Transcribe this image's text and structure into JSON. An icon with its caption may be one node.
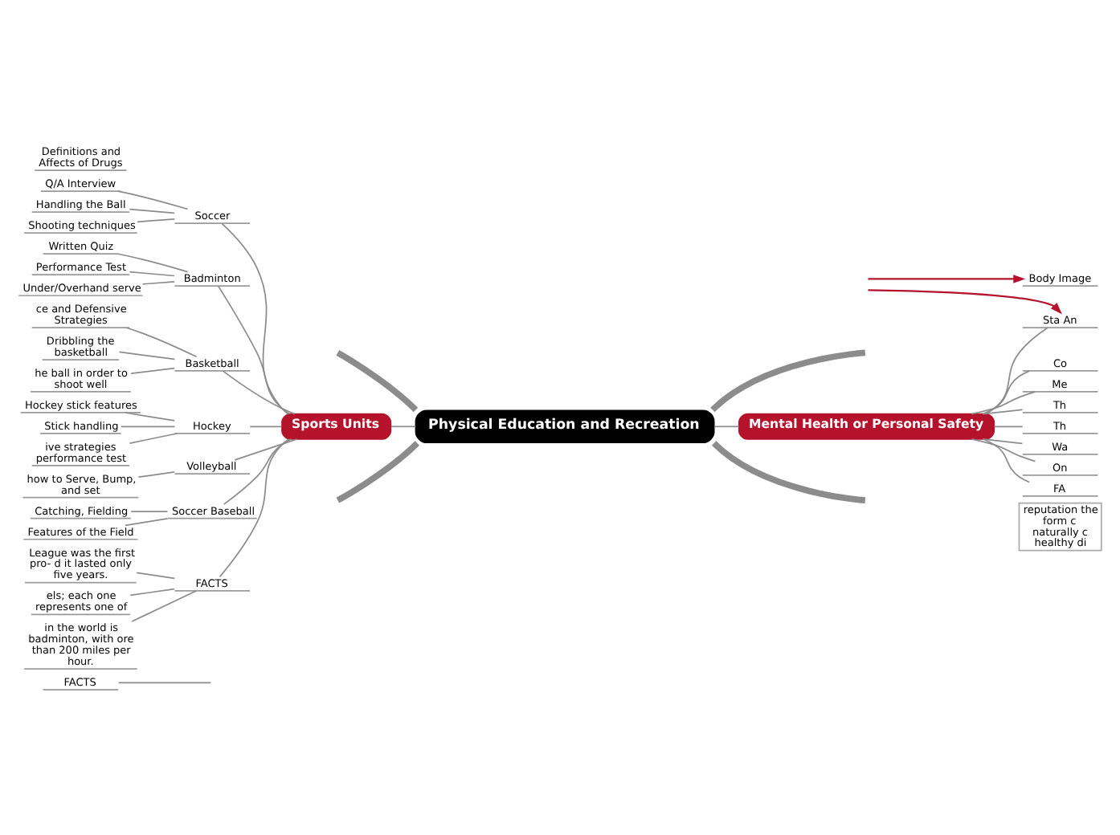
{
  "diagram": {
    "nodes": [
      {
        "text": [
          "FACTS"
        ]
      },
      {
        "text": [
          "reputation the form c naturally c healthy di"
        ]
      },
      {
        "text": [
          "Physical Education and Recreation"
        ]
      },
      {
        "text": [
          "Sports Units"
        ]
      },
      {
        "text": [
          "Soccer"
        ]
      },
      {
        "text": [
          "Q/A Interview"
        ]
      },
      {
        "text": [
          "Handling the Ball"
        ]
      },
      {
        "text": [
          "Shooting techniques"
        ]
      },
      {
        "text": [
          "Badminton"
        ]
      },
      {
        "text": [
          "Written Quiz"
        ]
      },
      {
        "text": [
          "Performance Test"
        ]
      },
      {
        "text": [
          "Under/Overhand serve"
        ]
      },
      {
        "text": [
          "Basketball"
        ]
      },
      {
        "text": [
          "ce and Defensive Strategies"
        ]
      },
      {
        "text": [
          "Dribbling the basketball"
        ]
      },
      {
        "text": [
          "he ball in order to shoot well"
        ]
      },
      {
        "text": [
          "Hockey"
        ]
      },
      {
        "text": [
          "Hockey stick features"
        ]
      },
      {
        "text": [
          "Stick handling"
        ]
      },
      {
        "text": [
          "ive strategies performance test"
        ]
      },
      {
        "text": [
          "Volleyball"
        ]
      },
      {
        "text": [
          "how to Serve, Bump, and set"
        ]
      },
      {
        "text": [
          "Soccer Baseball"
        ]
      },
      {
        "text": [
          "Catching, Fielding"
        ]
      },
      {
        "text": [
          "Features of the Field"
        ]
      },
      {
        "text": [
          "FACTS"
        ]
      },
      {
        "text": [
          "League was the first pro- d it lasted only five years."
        ]
      },
      {
        "text": [
          "els; each one represents one of"
        ]
      },
      {
        "text": [
          "in the world is badminton, with ore than 200 miles per hour."
        ]
      },
      {
        "text": [
          "Mental Health or Personal Safety"
        ]
      },
      {
        "text": [
          "Sta An"
        ]
      },
      {
        "text": [
          "Co"
        ]
      },
      {
        "text": [
          "Me"
        ]
      },
      {
        "text": [
          "Th"
        ]
      },
      {
        "text": [
          "Th"
        ]
      },
      {
        "text": [
          "Wa"
        ]
      },
      {
        "text": [
          "On"
        ]
      },
      {
        "text": [
          "FA"
        ]
      },
      {
        "text": [
          "Definitions and Affects of Drugs"
        ]
      },
      {
        "text": [
          "Body Image"
        ]
      }
    ],
    "edges": [
      {
        "from": 2,
        "to": 3,
        "arrow": "none"
      },
      {
        "from": 3,
        "to": 4,
        "arrow": "none"
      },
      {
        "from": 4,
        "to": 5,
        "arrow": "none"
      },
      {
        "from": 4,
        "to": 6,
        "arrow": "none"
      },
      {
        "from": 4,
        "to": 7,
        "arrow": "none"
      },
      {
        "from": 3,
        "to": 8,
        "arrow": "none"
      },
      {
        "from": 8,
        "to": 9,
        "arrow": "none"
      },
      {
        "from": 8,
        "to": 10,
        "arrow": "none"
      },
      {
        "from": 8,
        "to": 11,
        "arrow": "none"
      },
      {
        "from": 3,
        "to": 12,
        "arrow": "none"
      },
      {
        "from": 12,
        "to": 13,
        "arrow": "none"
      },
      {
        "from": 12,
        "to": 14,
        "arrow": "none"
      },
      {
        "from": 12,
        "to": 15,
        "arrow": "none"
      },
      {
        "from": 3,
        "to": 16,
        "arrow": "none"
      },
      {
        "from": 16,
        "to": 17,
        "arrow": "none"
      },
      {
        "from": 16,
        "to": 18,
        "arrow": "none"
      },
      {
        "from": 16,
        "to": 19,
        "arrow": "none"
      },
      {
        "from": 3,
        "to": 20,
        "arrow": "none"
      },
      {
        "from": 20,
        "to": 21,
        "arrow": "none"
      },
      {
        "from": 3,
        "to": 22,
        "arrow": "none"
      },
      {
        "from": 22,
        "to": 23,
        "arrow": "none"
      },
      {
        "from": 22,
        "to": 24,
        "arrow": "none"
      },
      {
        "from": 3,
        "to": 25,
        "arrow": "none"
      },
      {
        "from": 25,
        "to": 26,
        "arrow": "none"
      },
      {
        "from": 25,
        "to": 27,
        "arrow": "none"
      },
      {
        "from": 25,
        "to": 28,
        "arrow": "none"
      },
      {
        "from": 2,
        "to": 29,
        "arrow": "none"
      },
      {
        "from": 29,
        "to": 30,
        "arrow": "none"
      },
      {
        "from": 29,
        "to": 31,
        "arrow": "none"
      },
      {
        "from": 29,
        "to": 32,
        "arrow": "none"
      },
      {
        "from": 29,
        "to": 33,
        "arrow": "none"
      },
      {
        "from": 29,
        "to": 34,
        "arrow": "none"
      },
      {
        "from": 29,
        "to": 35,
        "arrow": "none"
      },
      {
        "from": 29,
        "to": 36,
        "arrow": "none"
      },
      {
        "from": 29,
        "to": 37,
        "arrow": "none"
      },
      {
        "from": null,
        "to": 0,
        "arrow": "none"
      },
      {
        "from": 2,
        "to": null,
        "arrow": "none",
        "style": "thick"
      },
      {
        "from": 2,
        "to": null,
        "arrow": "none",
        "style": "thick"
      },
      {
        "from": 2,
        "to": null,
        "arrow": "none",
        "style": "thick"
      },
      {
        "from": 2,
        "to": null,
        "arrow": "none",
        "style": "thick"
      },
      {
        "from": null,
        "to": 30,
        "arrow": "to",
        "color": "#b5122b"
      },
      {
        "from": null,
        "to": 39,
        "arrow": "to",
        "color": "#b5122b"
      }
    ]
  }
}
